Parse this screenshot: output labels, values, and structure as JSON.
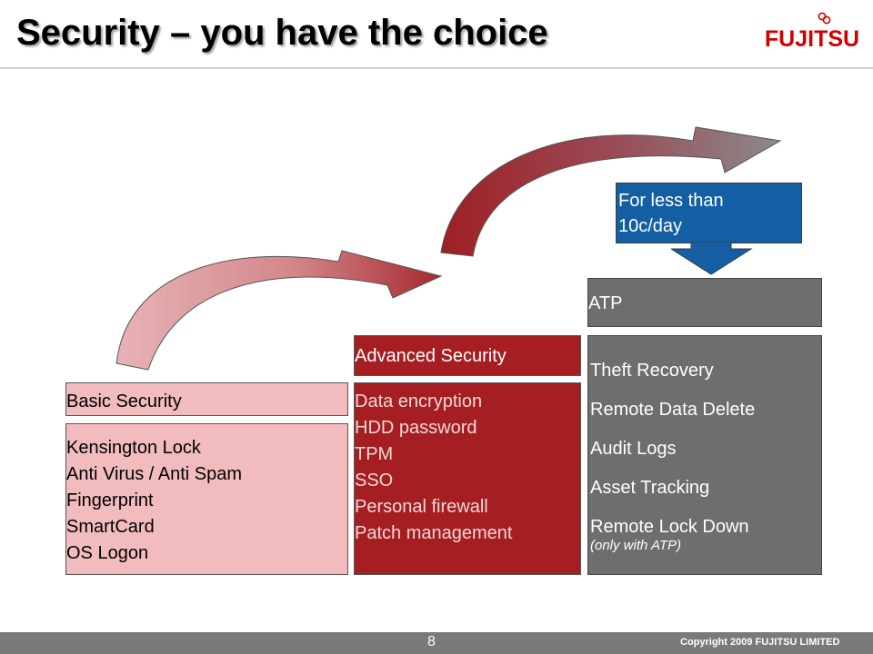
{
  "slide": {
    "title": "Security – you have the choice",
    "logo_text": "FUJITSU",
    "page_number": "8",
    "copyright": "Copyright 2009 FUJITSU LIMITED"
  },
  "basic": {
    "title": "Basic Security",
    "items": [
      "Kensington Lock",
      "Anti Virus / Anti Spam",
      "Fingerprint",
      "SmartCard",
      "OS Logon"
    ]
  },
  "advanced": {
    "title": "Advanced Security",
    "items": [
      "Data encryption",
      "HDD password",
      "TPM",
      "SSO",
      "Personal firewall",
      "Patch management"
    ]
  },
  "atp": {
    "title": "ATP",
    "items": [
      "Theft Recovery",
      "Remote Data Delete",
      "Audit Logs",
      "Asset Tracking",
      "Remote Lock Down"
    ],
    "note": "(only with ATP)"
  },
  "price": {
    "line1": "For less than",
    "line2": "10c/day"
  },
  "colors": {
    "basic_fill": "#f2bcbf",
    "advanced_fill": "#a51e22",
    "atp_fill": "#6e6e6e",
    "price_fill": "#145fa3",
    "logo_red": "#d40000"
  }
}
